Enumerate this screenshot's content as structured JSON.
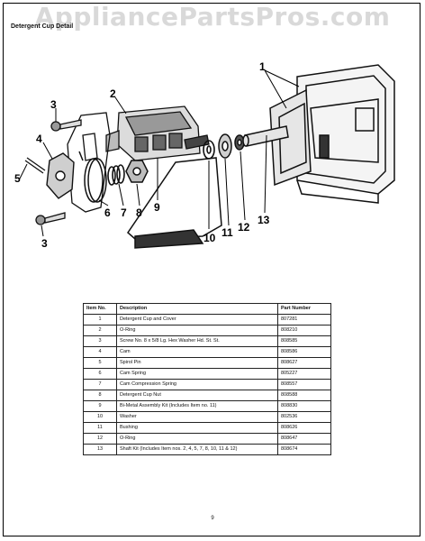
{
  "watermark": "AppliancePartsPros.com",
  "page_title": "Detergent Cup Detail",
  "callouts": [
    "1",
    "2",
    "3",
    "3",
    "4",
    "5",
    "6",
    "7",
    "8",
    "9",
    "10",
    "11",
    "12",
    "13"
  ],
  "table": {
    "headers": [
      "Item No.",
      "Description",
      "Part Number"
    ],
    "rows": [
      {
        "item": "1",
        "description": "Detergent Cup and Cover",
        "part": "807281"
      },
      {
        "item": "2",
        "description": "O-Ring",
        "part": "808210"
      },
      {
        "item": "3",
        "description": "Screw No. 8 x 5/8 Lg. Hex Washer Hd. St. St.",
        "part": "808585"
      },
      {
        "item": "4",
        "description": "Cam",
        "part": "808586"
      },
      {
        "item": "5",
        "description": "Spirol Pin",
        "part": "808627"
      },
      {
        "item": "6",
        "description": "Cam Spring",
        "part": "805227"
      },
      {
        "item": "7",
        "description": "Cam Compression Spring",
        "part": "808557"
      },
      {
        "item": "8",
        "description": "Detergent Cup Nut",
        "part": "808588"
      },
      {
        "item": "9",
        "description": "Bi-Metal Assembly Kit (Includes Item no. 11)",
        "part": "808830"
      },
      {
        "item": "10",
        "description": "Washer",
        "part": "802536"
      },
      {
        "item": "11",
        "description": "Bushing",
        "part": "808626"
      },
      {
        "item": "12",
        "description": "O-Ring",
        "part": "808647"
      },
      {
        "item": "13",
        "description": "Shaft Kit (Includes Item nos. 2, 4, 5, 7, 8, 10, 11 & 12)",
        "part": "808674"
      }
    ]
  },
  "page_number": "9"
}
